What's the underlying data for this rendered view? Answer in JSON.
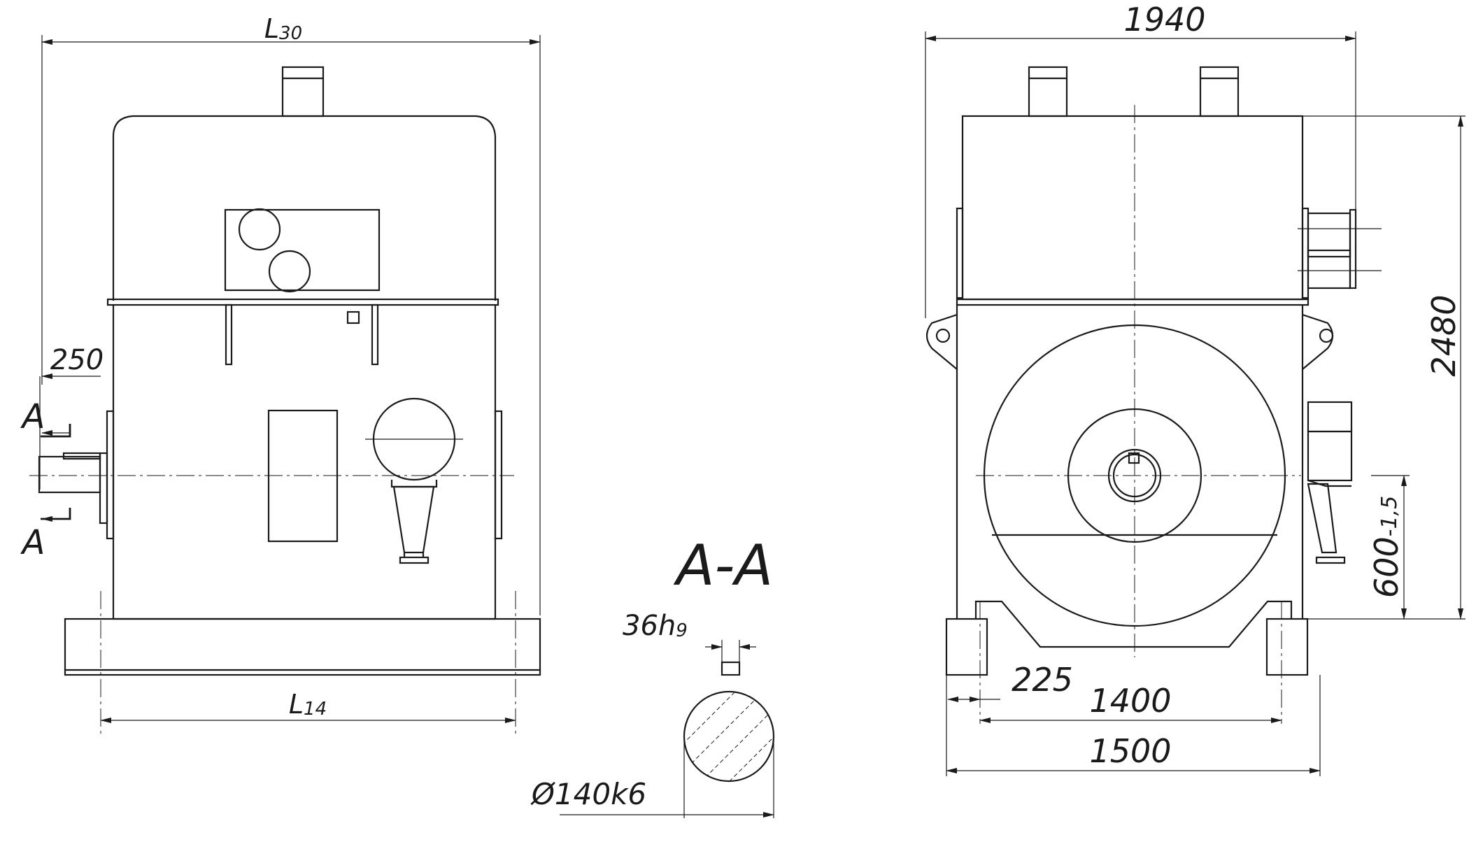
{
  "dimensions": {
    "front_width": "L",
    "front_width_sub": "30",
    "front_base": "L",
    "front_base_sub": "14",
    "shaft_offset": "250",
    "section_mark_top": "A",
    "section_mark_bottom": "A",
    "section_title": "A-A",
    "key_width": "36h",
    "key_width_sub": "9",
    "shaft_diameter": "Ø140k6",
    "side_overall_width": "1940",
    "side_height": "2480",
    "side_center_height": "600",
    "side_center_height_tol": "-1,5",
    "foot_width": "225",
    "mount_spacing": "1400",
    "base_width": "1500"
  }
}
